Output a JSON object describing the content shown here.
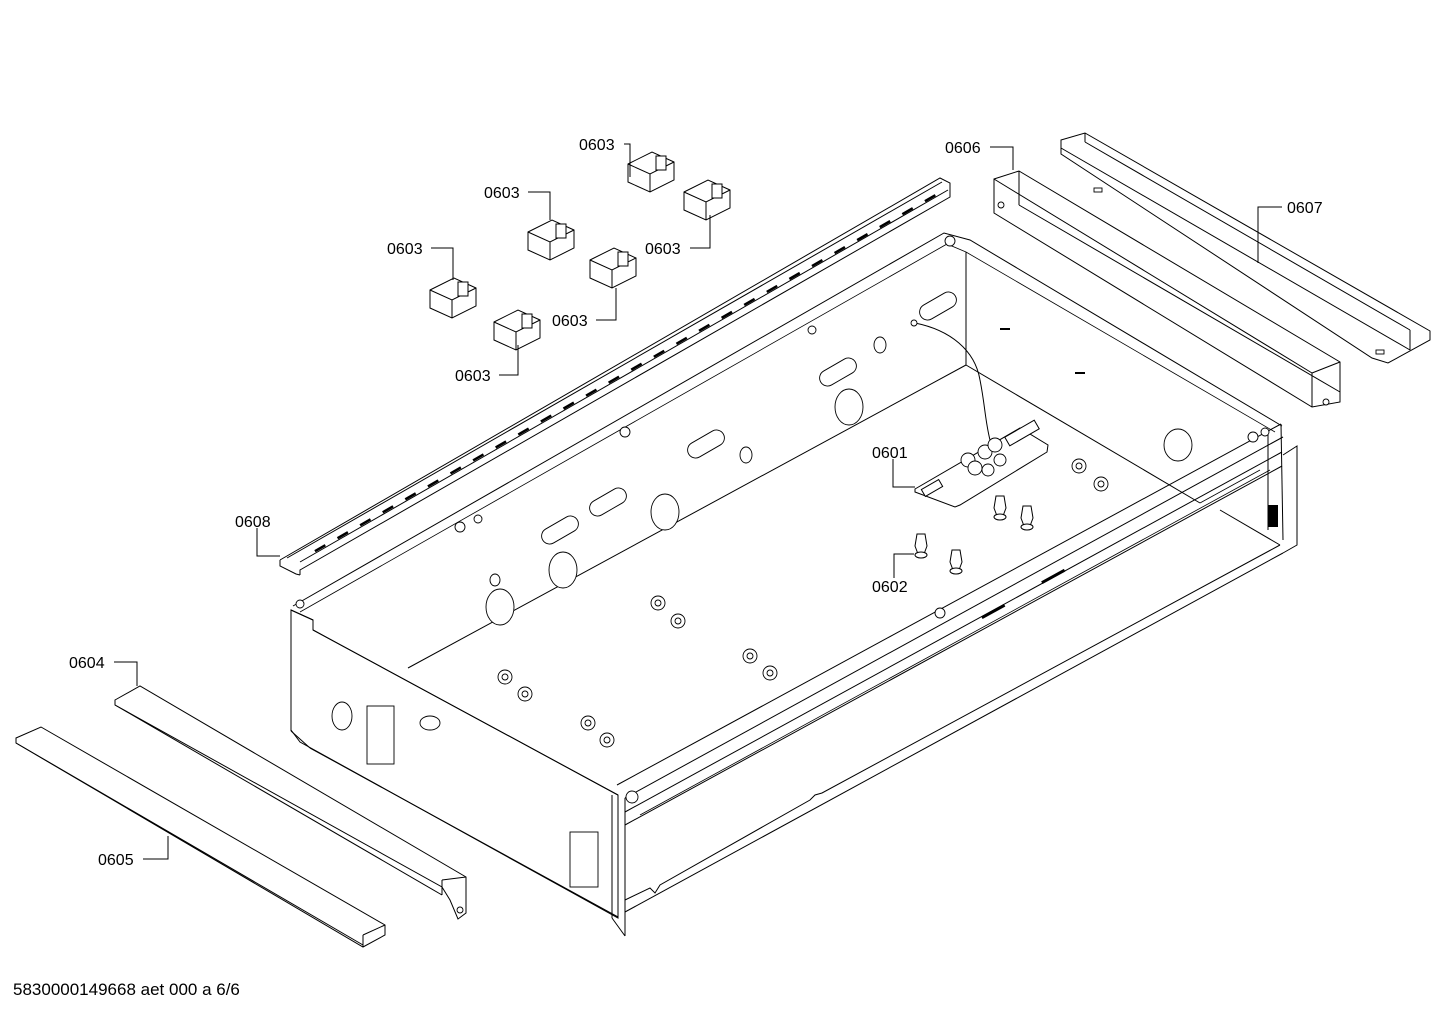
{
  "callouts": [
    {
      "id": "c-0603-a",
      "text": "0603"
    },
    {
      "id": "c-0603-b",
      "text": "0603"
    },
    {
      "id": "c-0603-c",
      "text": "0603"
    },
    {
      "id": "c-0603-d",
      "text": "0603"
    },
    {
      "id": "c-0603-e",
      "text": "0603"
    },
    {
      "id": "c-0603-f",
      "text": "0603"
    },
    {
      "id": "c-0606",
      "text": "0606"
    },
    {
      "id": "c-0607",
      "text": "0607"
    },
    {
      "id": "c-0601",
      "text": "0601"
    },
    {
      "id": "c-0602",
      "text": "0602"
    },
    {
      "id": "c-0608",
      "text": "0608"
    },
    {
      "id": "c-0604",
      "text": "0604"
    },
    {
      "id": "c-0605",
      "text": "0605"
    }
  ],
  "footer": {
    "document_id": "5830000149668 aet 000 a 6/6"
  }
}
